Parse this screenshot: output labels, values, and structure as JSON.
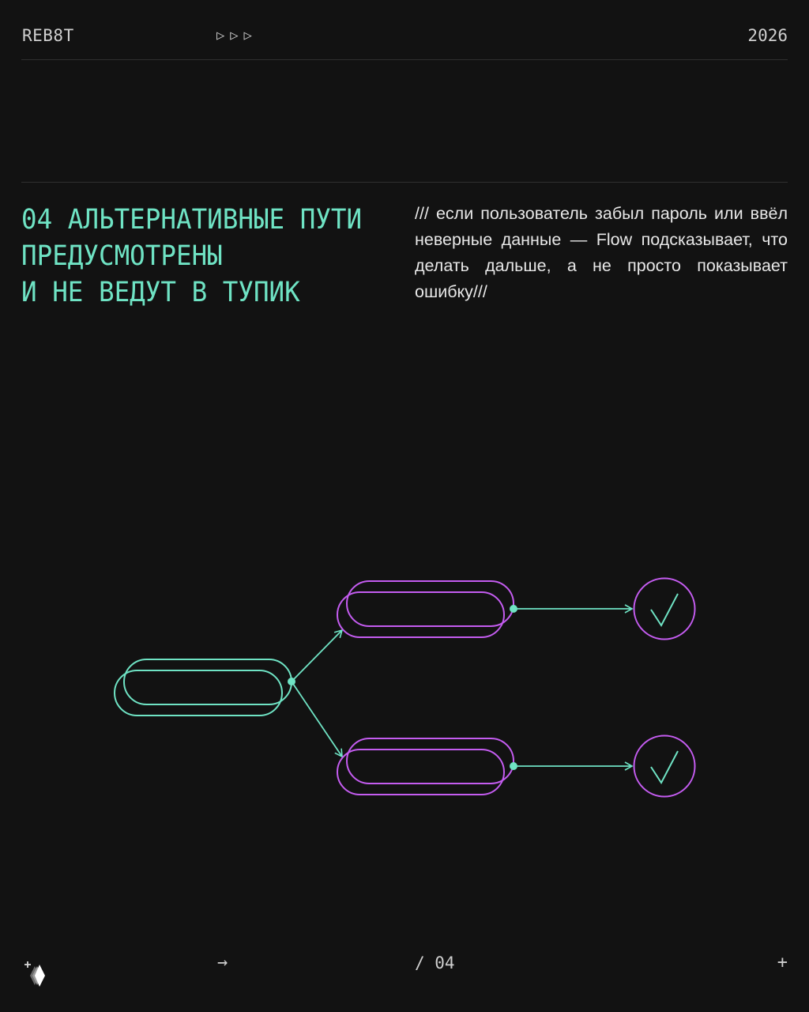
{
  "header": {
    "brand": "REB8T",
    "arrows": "▷▷▷",
    "year": "2026"
  },
  "headline": {
    "line1": "04 АЛЬТЕРНАТИВНЫЕ ПУТИ",
    "line2": "ПРЕДУСМОТРЕНЫ",
    "line3": "И НЕ ВЕДУТ В ТУПИК"
  },
  "description": "/// если пользователь забыл пароль или ввёл неверные данные — Flow подсказывает, что делать дальше, а не просто показывает ошибку///",
  "colors": {
    "background": "#121212",
    "accent_green": "#6fe3c4",
    "accent_purple": "#c45cf0"
  },
  "footer": {
    "logo_icon": "layered-diamond-logo",
    "arrow": "→",
    "page": "/ 04",
    "plus": "+"
  }
}
